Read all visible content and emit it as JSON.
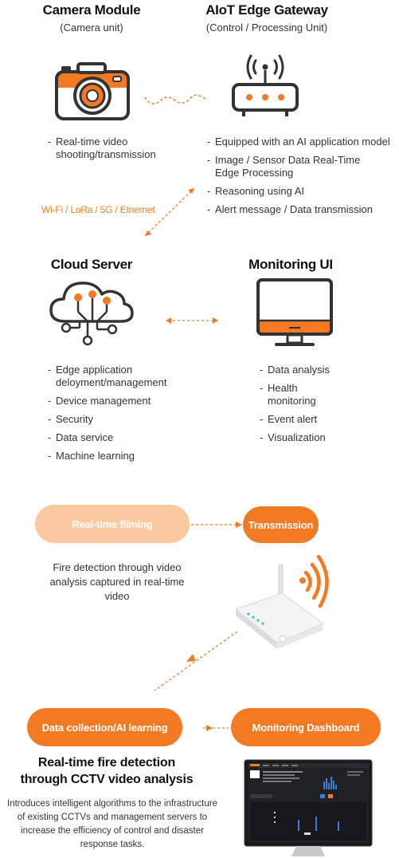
{
  "camera": {
    "title": "Camera Module",
    "subtitle": "(Camera unit)",
    "bullets": [
      "Real-time video shooting/transmission"
    ]
  },
  "gateway": {
    "title": "AIoT Edge Gateway",
    "subtitle": "(Control / Processing Unit)",
    "bullets": [
      "Equipped with an AI application model",
      "Image / Sensor Data Real-Time Edge Processing",
      "Reasoning using AI",
      "Alert message / Data transmission"
    ]
  },
  "network_label": "Wi-Fi / LoRa / 5G / Etnernet",
  "cloud": {
    "title": "Cloud Server",
    "bullets": [
      "Edge application deloyment/management",
      "Device management",
      "Security",
      "Data service",
      "Machine learning"
    ]
  },
  "monitoring": {
    "title": "Monitoring UI",
    "bullets": [
      "Data analysis",
      "Health monitoring",
      "Event alert",
      "Visualization"
    ]
  },
  "flow": {
    "realtime_filming": "Real-time filming",
    "transmission": "Transmission",
    "fire_detection_text": "Fire detection through video analysis captured in real-time video",
    "data_collection": "Data collection/AI learning",
    "monitoring_dashboard": "Monitoring Dashboard"
  },
  "summary": {
    "heading": "Real-time fire detection through CCTV video analysis",
    "body": "Introduces intelligent algorithms to the infrastructure of existing CCTVs and management servers to increase the efficiency of control and disaster response tasks."
  },
  "colors": {
    "accent": "#f37a22",
    "accent_light": "#fbc9a0",
    "icon_stroke": "#333333"
  },
  "icons": [
    "camera-icon",
    "router-icon",
    "cloud-network-icon",
    "monitor-icon",
    "wireless-router-illustration",
    "dashboard-monitor-illustration"
  ]
}
